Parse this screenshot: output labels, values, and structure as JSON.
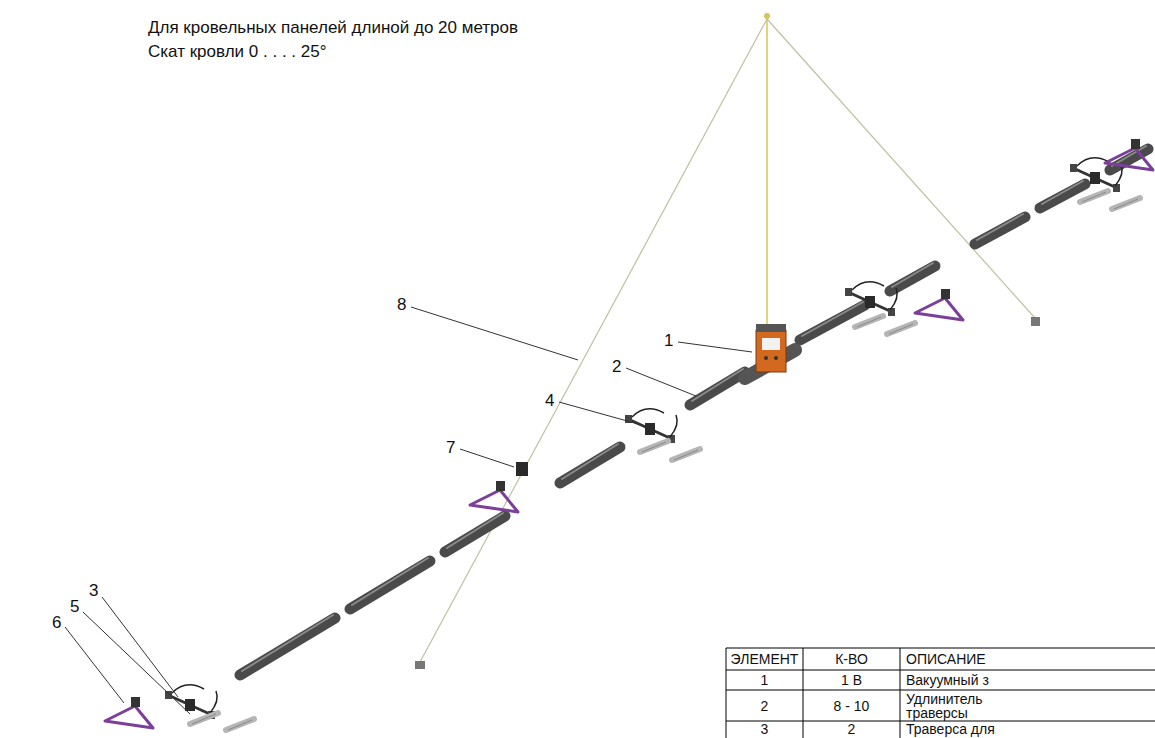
{
  "diagram": {
    "labels": [
      "Для кровельных панелей длиной до 20 метров",
      "Скат кровли 0 . . . . 25°",
      "8",
      "1",
      "2",
      "4",
      "7",
      "3",
      "5",
      "6",
      "ЭЛЕМЕНТ",
      "К-ВО",
      "ОПИСАНИЕ",
      "1",
      "1 В",
      "Вакуумный з",
      "2",
      "8 - 10",
      "Удлинитель траверсы",
      "3",
      "2",
      "Траверса для"
    ]
  }
}
